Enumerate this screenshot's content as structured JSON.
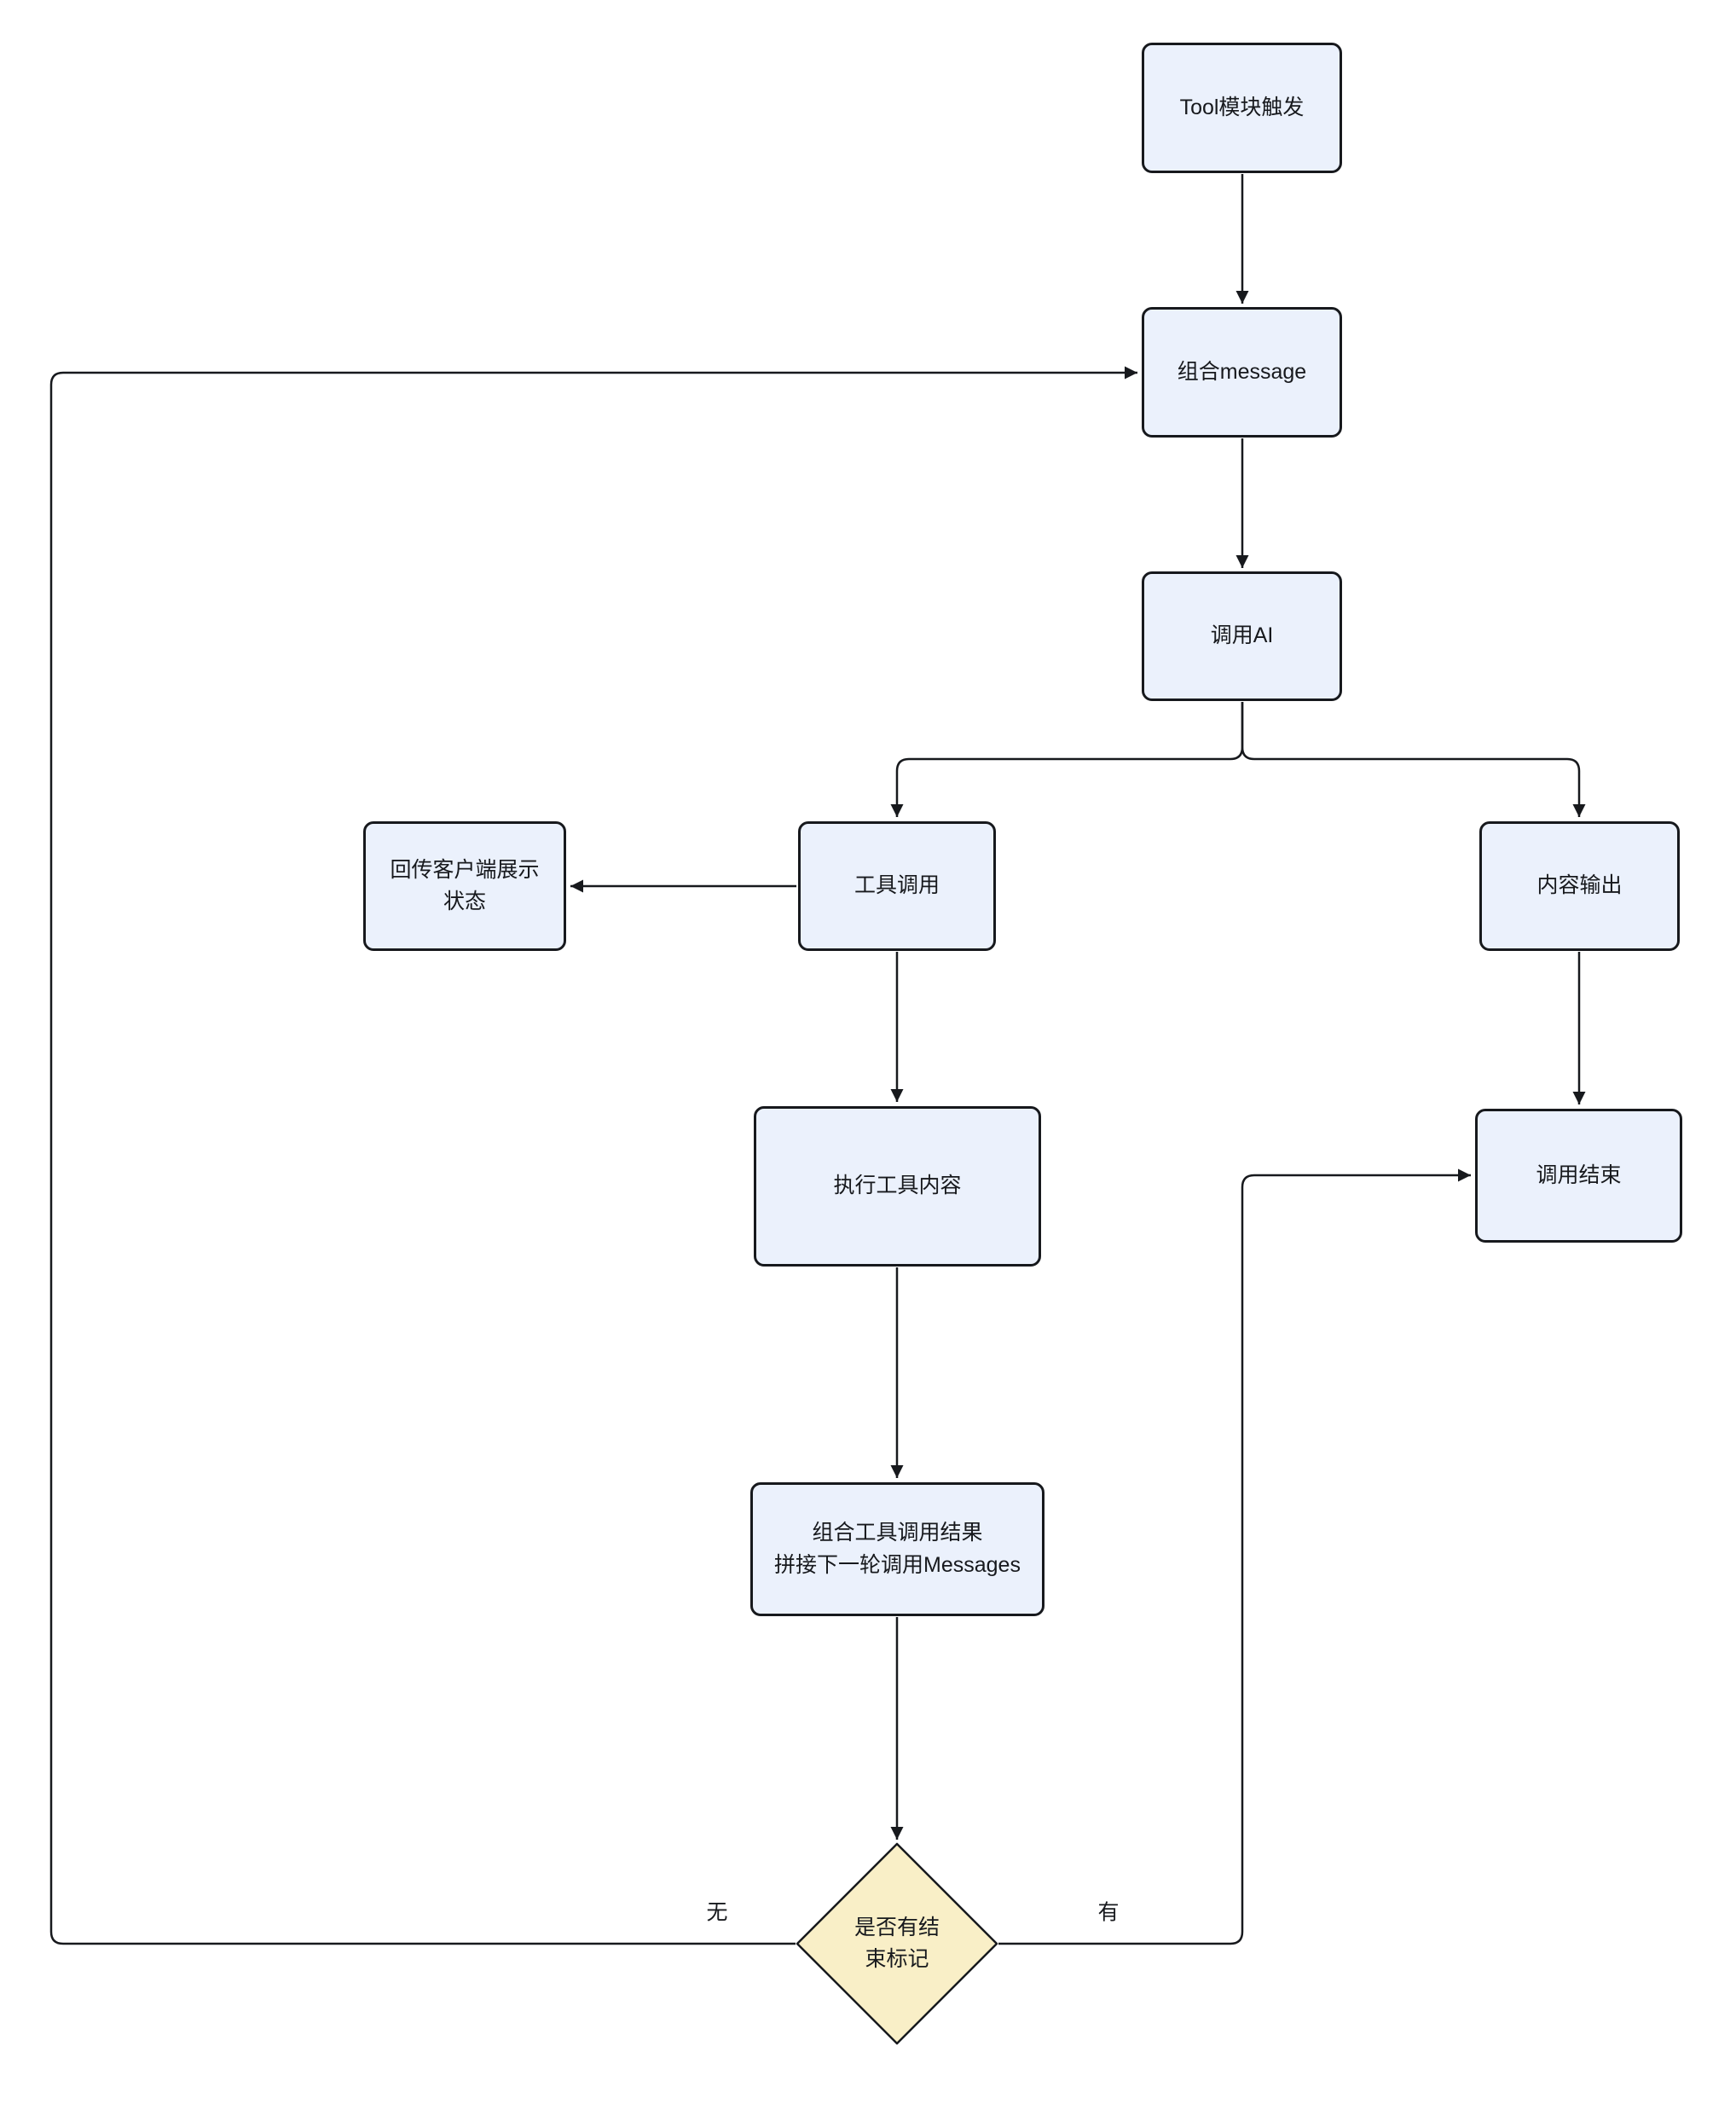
{
  "diagram": {
    "nodes": {
      "tool_trigger": {
        "label": "Tool模块触发"
      },
      "combine_message": {
        "label": "组合message"
      },
      "call_ai": {
        "label": "调用AI"
      },
      "tool_call": {
        "label": "工具调用"
      },
      "content_output": {
        "label": "内容输出"
      },
      "client_status": {
        "label": "回传客户端展示\n状态"
      },
      "execute_tool": {
        "label": "执行工具内容"
      },
      "combine_result": {
        "label": "组合工具调用结果\n拼接下一轮调用Messages"
      },
      "end_decision": {
        "label": "是否有结\n束标记"
      },
      "call_end": {
        "label": "调用结束"
      }
    },
    "edge_labels": {
      "no": "无",
      "yes": "有"
    },
    "colors": {
      "node_fill": "#ebf1fc",
      "decision_fill": "#f9efc7",
      "stroke": "#17191d",
      "text": "#17191d",
      "background": "#ffffff"
    }
  }
}
